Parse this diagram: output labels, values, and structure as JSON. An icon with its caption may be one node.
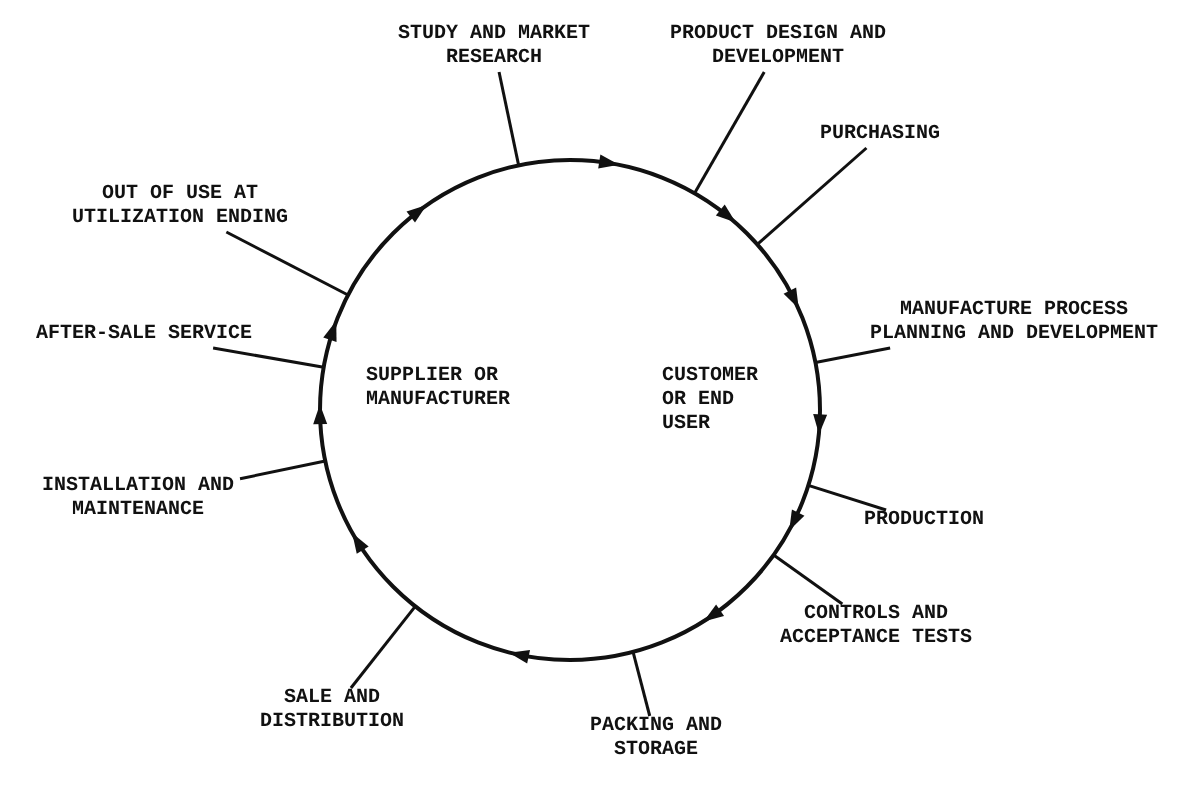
{
  "diagram": {
    "nodes": [
      {
        "text": [
          "STUDY AND MARKET RESEARCH"
        ]
      },
      {
        "text": [
          "PRODUCT DESIGN AND DEVELOPMENT"
        ]
      },
      {
        "text": [
          "PURCHASING"
        ]
      },
      {
        "text": [
          "MANUFACTURE PROCESS PLANNING AND DEVELOPMENT"
        ]
      },
      {
        "text": [
          "PRODUCTION"
        ]
      },
      {
        "text": [
          "CONTROLS AND ACCEPTANCE TESTS"
        ]
      },
      {
        "text": [
          "PACKING AND STORAGE"
        ]
      },
      {
        "text": [
          "SALE AND DISTRIBUTION"
        ]
      },
      {
        "text": [
          "INSTALLATION AND MAINTENANCE"
        ]
      },
      {
        "text": [
          "AFTER-SALE SERVICE"
        ]
      },
      {
        "text": [
          "OUT OF USE AT UTILIZATION ENDING"
        ]
      },
      {
        "text": [
          "SUPPLIER OR MANUFACTURER",
          "CUSTOMER OR END USER"
        ]
      }
    ],
    "edges": [
      {
        "from": 0,
        "to": 11,
        "arrow": "none"
      },
      {
        "from": 1,
        "to": 11,
        "arrow": "none"
      },
      {
        "from": 2,
        "to": 11,
        "arrow": "none"
      },
      {
        "from": 3,
        "to": 11,
        "arrow": "none"
      },
      {
        "from": 4,
        "to": 11,
        "arrow": "none"
      },
      {
        "from": 5,
        "to": 11,
        "arrow": "none"
      },
      {
        "from": 6,
        "to": 11,
        "arrow": "none"
      },
      {
        "from": 7,
        "to": 11,
        "arrow": "none"
      },
      {
        "from": 8,
        "to": 11,
        "arrow": "none"
      },
      {
        "from": 9,
        "to": 11,
        "arrow": "none"
      },
      {
        "from": 10,
        "to": 11,
        "arrow": "none"
      }
    ]
  }
}
